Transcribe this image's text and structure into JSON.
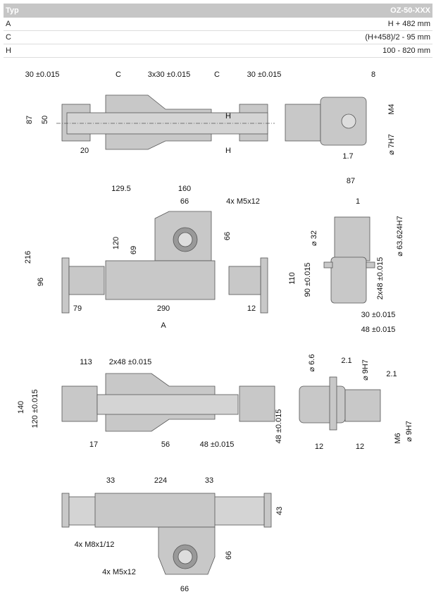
{
  "table": {
    "header": {
      "label": "Typ",
      "value": "OZ-50-XXX"
    },
    "rows": [
      {
        "label": "A",
        "value": "H + 482 mm"
      },
      {
        "label": "C",
        "value": "(H+458)/2 - 95 mm"
      },
      {
        "label": "H",
        "value": "100 - 820 mm"
      }
    ]
  },
  "views": {
    "top": [
      "30 ±0.015",
      "C",
      "3x30 ±0.015",
      "C",
      "30 ±0.015",
      "87",
      "50",
      "20",
      "H",
      "H"
    ],
    "end_top": [
      "8",
      "M4",
      "⌀ 7H7",
      "1.7"
    ],
    "front": [
      "129.5",
      "160",
      "66",
      "4x M5x12",
      "216",
      "120",
      "69",
      "66",
      "96",
      "79",
      "290",
      "12",
      "A"
    ],
    "side": [
      "87",
      "1",
      "⌀ 32",
      "⌀ 63.624H7",
      "110",
      "90 ±0.015",
      "2x48 ±0.015",
      "30 ±0.015",
      "48 ±0.015"
    ],
    "bottom": [
      "113",
      "2x48 ±0.015",
      "140",
      "120 ±0.015",
      "48 ±0.015",
      "17",
      "56",
      "48 ±0.015"
    ],
    "end_bottom": [
      "⌀ 6.6",
      "2.1",
      "⌀ 9H7",
      "2.1",
      "M6",
      "⌀ 9H7",
      "12",
      "12"
    ],
    "rear": [
      "33",
      "224",
      "33",
      "43",
      "4x M8x1/12",
      "66",
      "4x M5x12",
      "66"
    ]
  },
  "colors": {
    "header_bg": "#c6c6c6",
    "part_fill": "#c8c8c8",
    "part_dark": "#9a9a9a"
  }
}
